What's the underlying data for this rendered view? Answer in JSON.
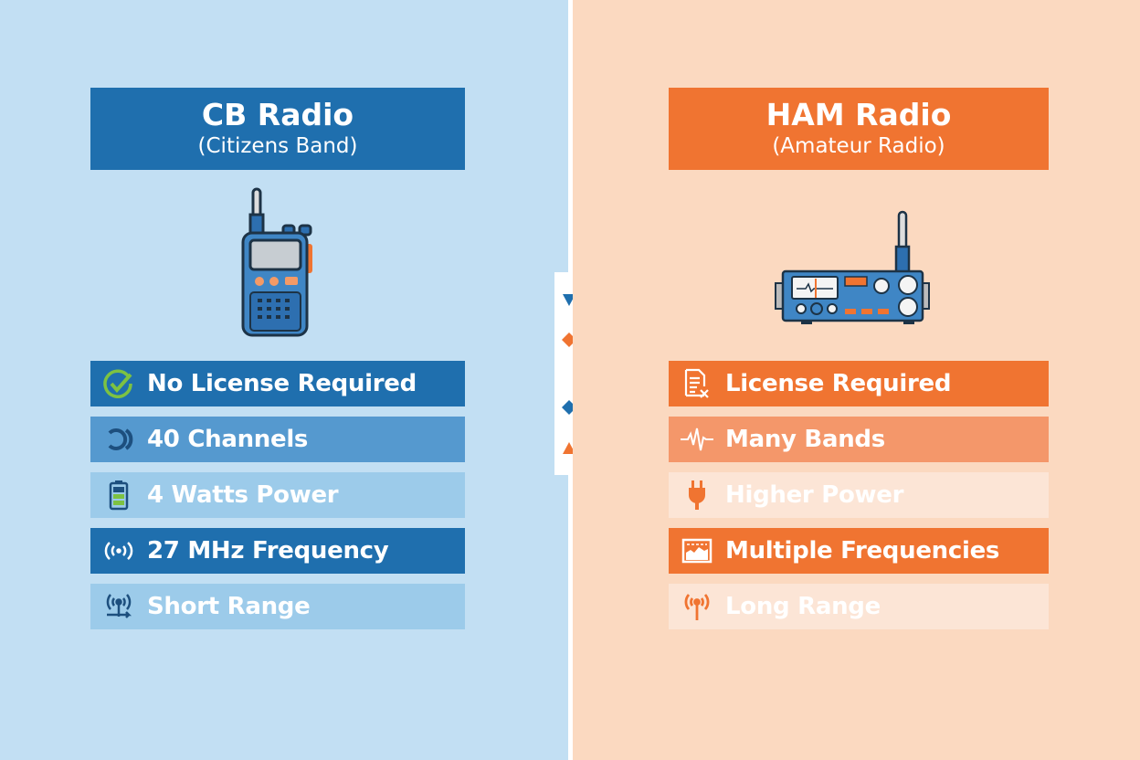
{
  "colors": {
    "cb_dark": "#1f6fae",
    "cb_mid": "#5599cf",
    "cb_light": "#9ccbea",
    "ham_dark": "#f07431",
    "ham_mid": "#f4976a",
    "ham_light": "#fce5d6"
  },
  "cb": {
    "title": "CB Radio",
    "subtitle": "(Citizens Band)",
    "device_icon": "walkie-talkie-icon",
    "features": [
      {
        "label": "No License Required",
        "icon": "check-circle-icon"
      },
      {
        "label": "40 Channels",
        "icon": "channel-cycle-icon"
      },
      {
        "label": "4 Watts Power",
        "icon": "battery-icon"
      },
      {
        "label": "27 MHz Frequency",
        "icon": "signal-waves-icon"
      },
      {
        "label": "Short Range",
        "icon": "antenna-short-range-icon"
      }
    ]
  },
  "ham": {
    "title": "HAM Radio",
    "subtitle": "(Amateur Radio)",
    "device_icon": "base-station-radio-icon",
    "features": [
      {
        "label": "License Required",
        "icon": "license-document-icon"
      },
      {
        "label": "Many Bands",
        "icon": "waveform-icon"
      },
      {
        "label": "Higher Power",
        "icon": "plug-icon"
      },
      {
        "label": "Multiple Frequencies",
        "icon": "spectrum-icon"
      },
      {
        "label": "Long Range",
        "icon": "antenna-broadcast-icon"
      }
    ]
  }
}
